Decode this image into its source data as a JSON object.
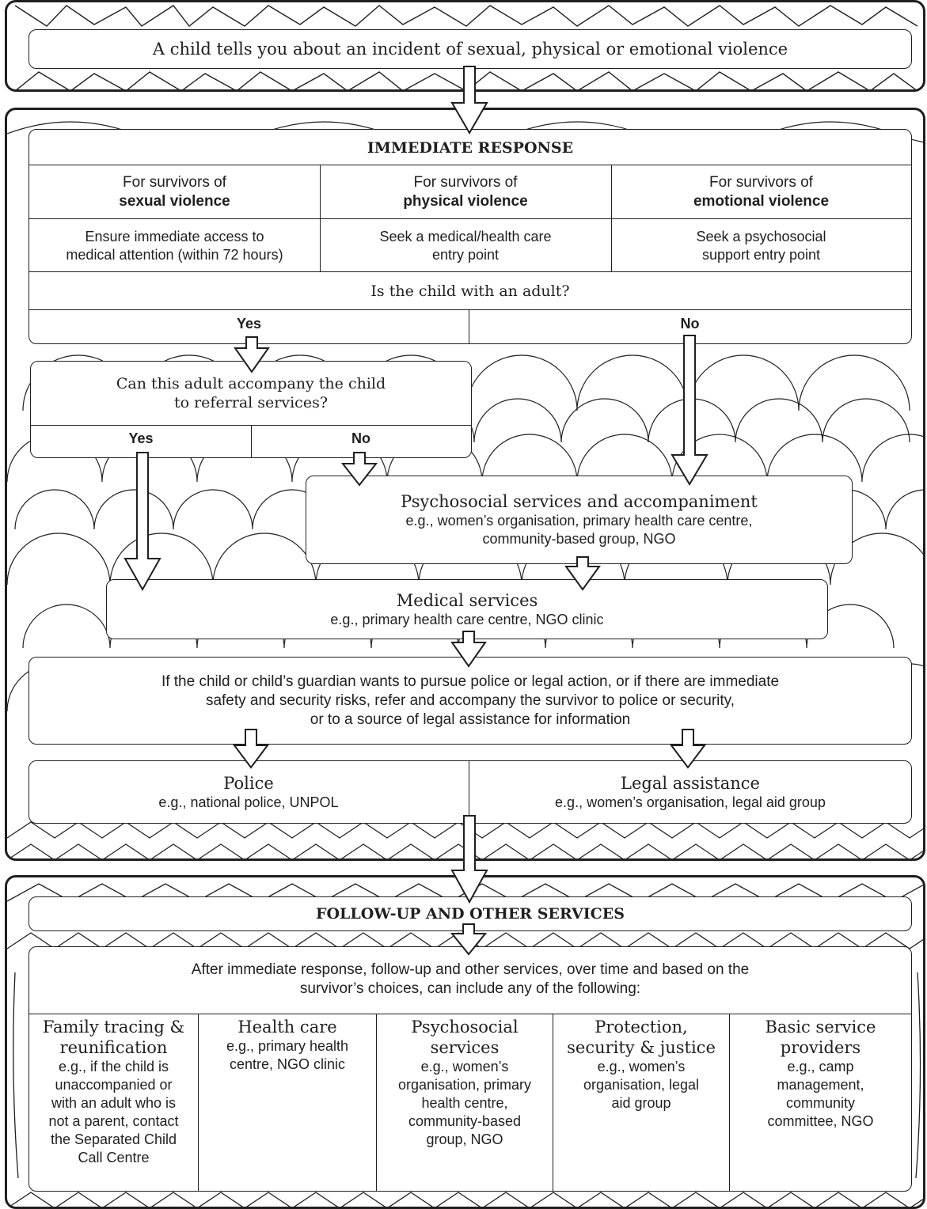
{
  "top_box": {
    "text": "A child tells you about an incident of sexual, physical or emotional violence"
  },
  "immediate": {
    "title": "IMMEDIATE RESPONSE",
    "columns": [
      {
        "line1": "For survivors of",
        "line2": "sexual violence",
        "action1": "Ensure immediate access to",
        "action2": "medical attention (within 72 hours)"
      },
      {
        "line1": "For survivors of",
        "line2": "physical violence",
        "action1": "Seek a medical/health care",
        "action2": "entry point"
      },
      {
        "line1": "For survivors of",
        "line2": "emotional violence",
        "action1": "Seek a psychosocial",
        "action2": "support entry point"
      }
    ],
    "question": "Is the child with an adult?",
    "yes": "Yes",
    "no": "No"
  },
  "accompany": {
    "line1": "Can this adult accompany the child",
    "line2": "to referral services?",
    "yes": "Yes",
    "no": "No"
  },
  "psychosocial": {
    "title": "Psychosocial services and accompaniment",
    "line1": "e.g., women’s organisation, primary health care centre,",
    "line2": "community-based group, NGO"
  },
  "medical": {
    "title": "Medical services",
    "line1": "e.g., primary health care centre, NGO clinic"
  },
  "police_legal": {
    "line1": "If the child or child’s guardian wants to pursue police or legal action, or if there are immediate",
    "line2": "safety and security risks, refer and accompany the survivor to police or security,",
    "line3": "or to a source of legal assistance for information"
  },
  "police": {
    "title": "Police",
    "line1": "e.g., national police, UNPOL"
  },
  "legal": {
    "title": "Legal assistance",
    "line1": "e.g., women’s organisation, legal aid group"
  },
  "followup": {
    "title": "FOLLOW-UP AND OTHER SERVICES",
    "intro1": "After immediate response, follow-up and other services, over time and based on the",
    "intro2": "survivor’s choices, can include any of the following:",
    "services": [
      {
        "t1": "Family tracing &",
        "t2": "reunification",
        "d": [
          "e.g., if the child is",
          "unaccompanied or",
          "with an adult who is",
          "not a parent, contact",
          "the Separated Child",
          "Call Centre"
        ]
      },
      {
        "t1": "Health care",
        "t2": "",
        "d": [
          "e.g., primary health",
          "centre, NGO clinic"
        ]
      },
      {
        "t1": "Psychosocial",
        "t2": "services",
        "d": [
          "e.g., women’s",
          "organisation, primary",
          "health centre,",
          "community-based",
          "group, NGO"
        ]
      },
      {
        "t1": "Protection,",
        "t2": "security & justice",
        "d": [
          "e.g., women’s",
          "organisation, legal",
          "aid group"
        ]
      },
      {
        "t1": "Basic service",
        "t2": "providers",
        "d": [
          "e.g., camp",
          "management,",
          "community",
          "committee, NGO"
        ]
      }
    ]
  }
}
